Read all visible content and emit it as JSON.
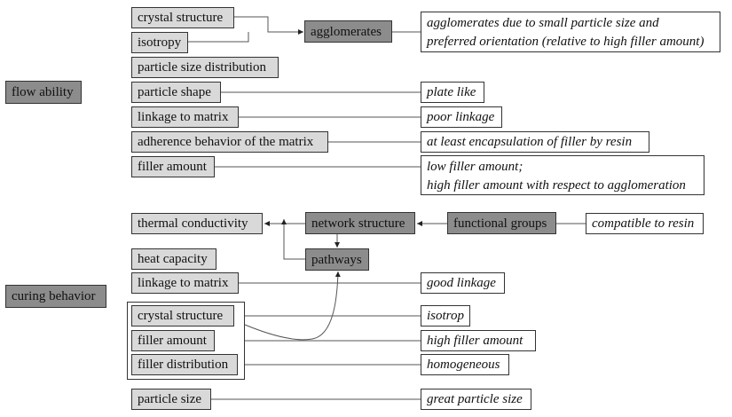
{
  "diagram": {
    "left_labels": {
      "flow_ability": "flow ability",
      "curing_behavior": "curing behavior"
    },
    "flow_section": {
      "factors": {
        "crystal_structure": "crystal structure",
        "isotropy": "isotropy",
        "particle_size_distribution": "particle size distribution",
        "particle_shape": "particle shape",
        "linkage_to_matrix": "linkage to matrix",
        "adherence_behavior": "adherence behavior of the matrix",
        "filler_amount": "filler amount"
      },
      "agglomerates": "agglomerates",
      "notes": {
        "agglomerates": [
          "agglomerates due to small particle size and",
          "preferred orientation (relative to high filler amount)"
        ],
        "particle_shape": "plate like",
        "linkage_to_matrix": "poor linkage",
        "adherence_behavior": "at least encapsulation of filler by resin",
        "filler_amount": [
          "low filler amount;",
          "high filler amount with respect to agglomeration"
        ]
      }
    },
    "curing_section": {
      "thermal_conductivity": "thermal conductivity",
      "network_structure": "network structure",
      "functional_groups": "functional groups",
      "pathways": "pathways",
      "factors": {
        "heat_capacity": "heat capacity",
        "linkage_to_matrix": "linkage to matrix",
        "crystal_structure": "crystal structure",
        "filler_amount": "filler amount",
        "filler_distribution": "filler distribution",
        "particle_size": "particle size"
      },
      "notes": {
        "functional_groups": "compatible to resin",
        "linkage_to_matrix": "good linkage",
        "crystal_structure": "isotrop",
        "filler_amount": "high filler amount",
        "filler_distribution": "homogeneous",
        "particle_size": "great particle size"
      }
    },
    "colors": {
      "dark_box": "#8c8c8c",
      "light_box": "#d9d9d9",
      "line": "#555555"
    }
  }
}
